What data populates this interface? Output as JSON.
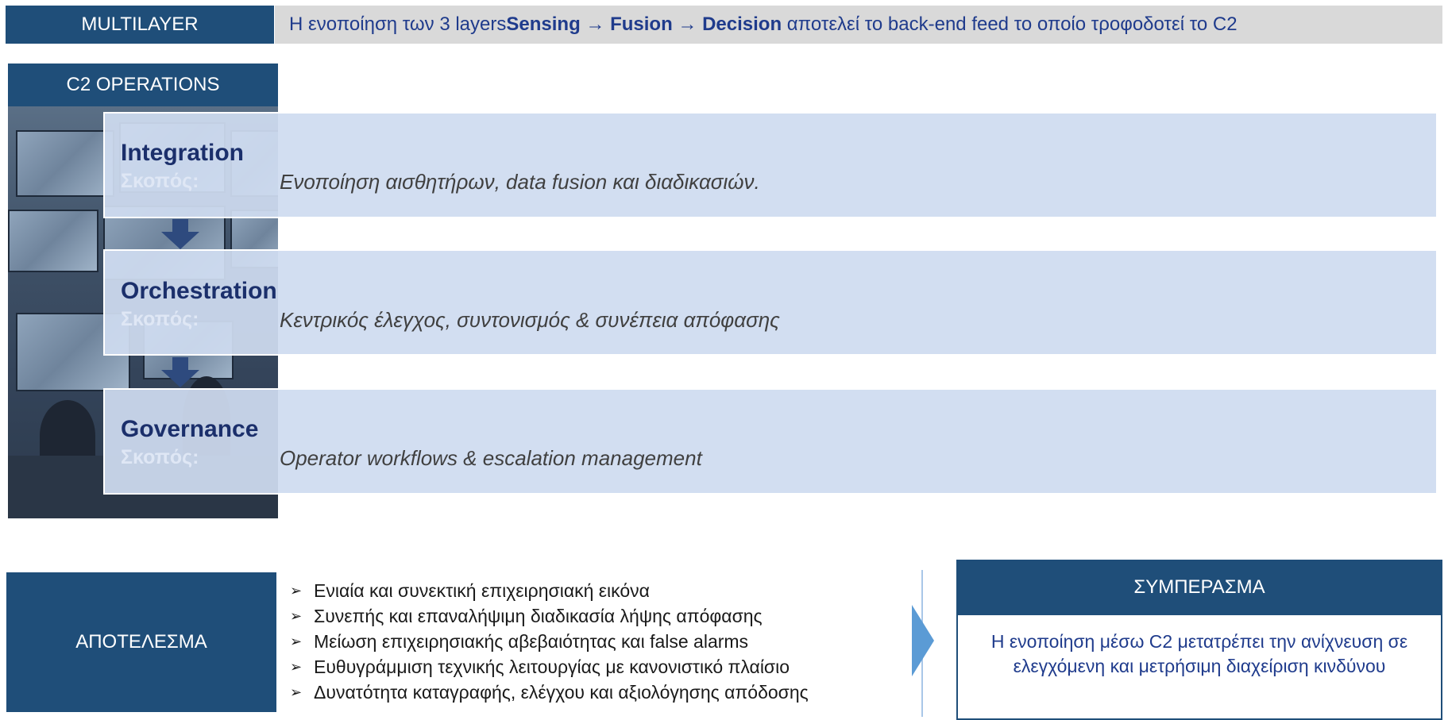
{
  "header": {
    "tag": "MULTILAYER",
    "text_pre": "Η ενοποίηση των 3 layers ",
    "sensing": "Sensing",
    "arrow1": " → ",
    "fusion": "Fusion",
    "arrow2": " → ",
    "decision": "Decision",
    "text_post": " αποτελεί το back-end feed το οποίο τροφοδοτεί το C2"
  },
  "c2": {
    "title": "C2 OPERATIONS",
    "layers": [
      {
        "title": "Integration",
        "goal_label": "Σκοπός:",
        "goal": "Ενοποίηση αισθητήρων, data fusion και διαδικασιών."
      },
      {
        "title": "Orchestration",
        "goal_label": "Σκοπός:",
        "goal": "Κεντρικός έλεγχος, συντονισμός & συνέπεια απόφασης"
      },
      {
        "title": "Governance",
        "goal_label": "Σκοπός:",
        "goal": "Operator workflows & escalation management"
      }
    ]
  },
  "result": {
    "title": "ΑΠΟΤΕΛΕΣΜΑ",
    "bullet": "➢",
    "items": [
      "Ενιαία και συνεκτική επιχειρησιακή εικόνα",
      "Συνεπής και επαναλήψιμη διαδικασία λήψης απόφασης",
      "Μείωση επιχειρησιακής αβεβαιότητας και false alarms",
      "Ευθυγράμμιση τεχνικής λειτουργίας με κανονιστικό πλαίσιο",
      "Δυνατότητα καταγραφής, ελέγχου και αξιολόγησης απόδοσης"
    ]
  },
  "conclusion": {
    "title": "ΣΥΜΠΕΡΑΣΜΑ",
    "text": "Η ενοποίηση μέσω C2 μετατρέπει την ανίχνευση σε ελεγχόμενη και μετρήσιμη διαχείριση κινδύνου"
  },
  "colors": {
    "navy": "#1f4e79",
    "layer_fill": "#cfdbf0",
    "text_blue": "#1f3b8c",
    "arrow_light": "#5b9bd5"
  }
}
